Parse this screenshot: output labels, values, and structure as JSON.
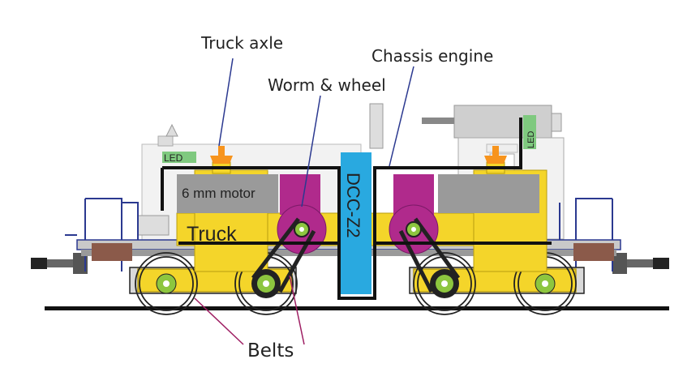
{
  "labels": {
    "truck_axle": "Truck axle",
    "worm_wheel": "Worm & wheel",
    "chassis_engine": "Chassis engine",
    "motor": "6 mm motor",
    "truck": "Truck",
    "belts": "Belts",
    "dcc": "DCC-Z2",
    "led_left": "LED",
    "led_right": "LED"
  },
  "colors": {
    "yellow": "#f4d52a",
    "magenta": "#b02a8c",
    "grey": "#9a9a9a",
    "cyan": "#29a9e0",
    "navy": "#2b3990",
    "black": "#111111",
    "led_green": "#7fc97f",
    "wheel_green": "#8dc63f",
    "orange": "#f7941d",
    "leader_purple": "#9e1f63"
  }
}
